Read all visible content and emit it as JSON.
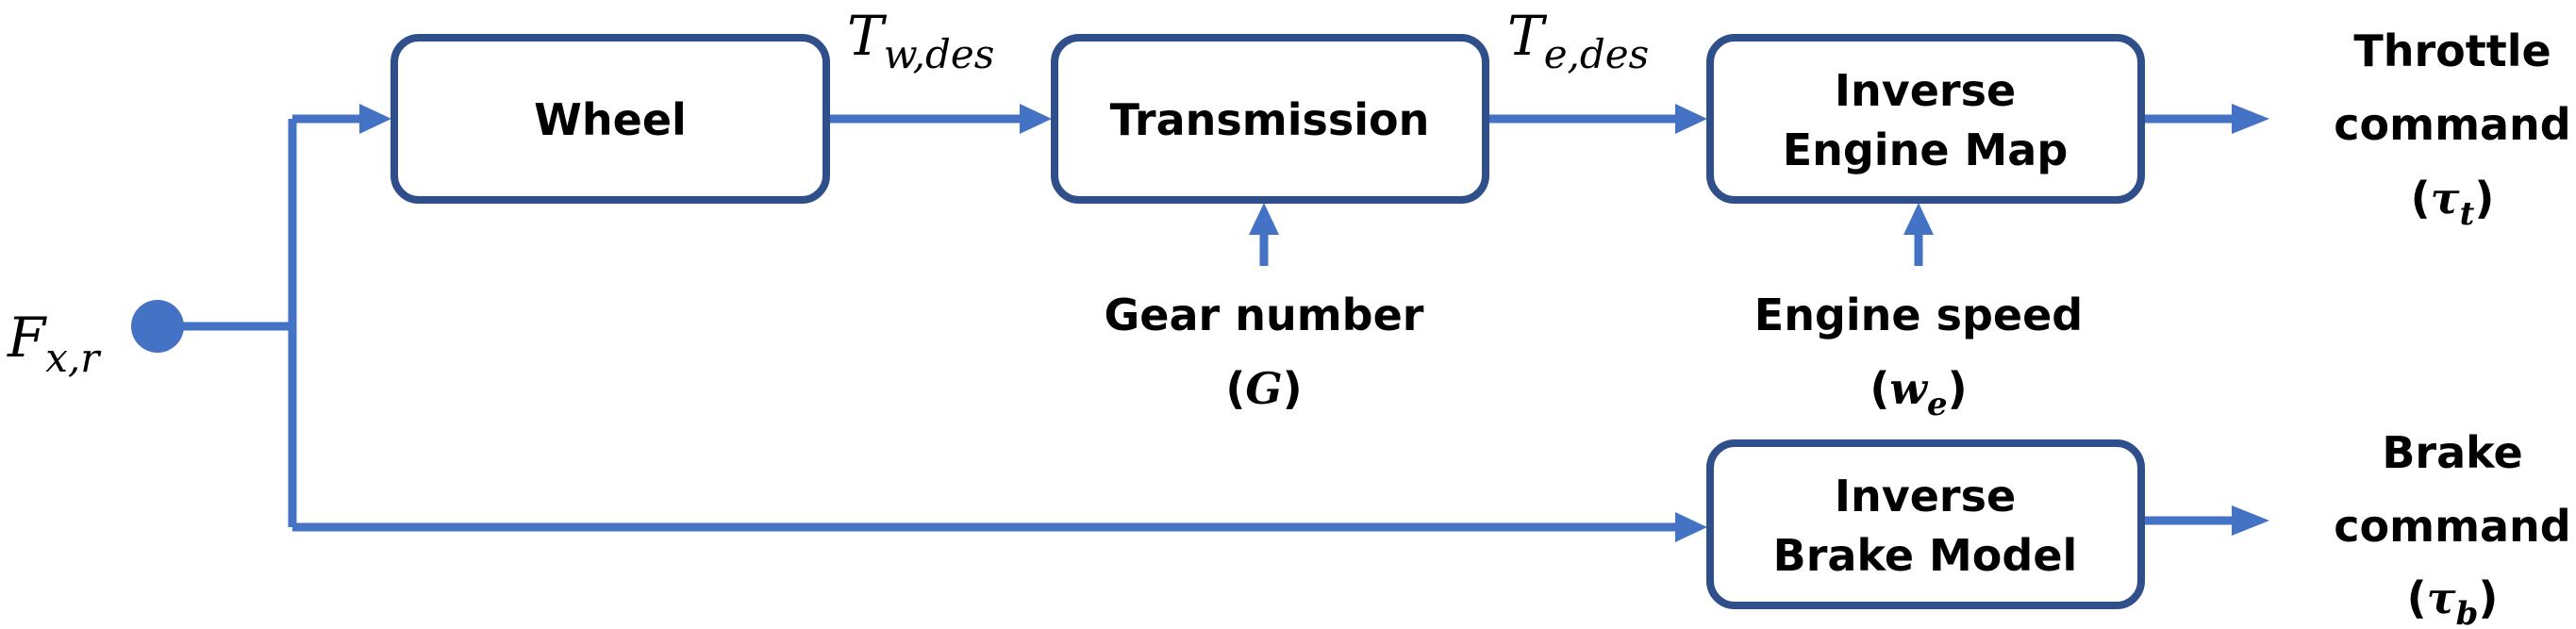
{
  "blocks": {
    "wheel": "Wheel",
    "transmission": "Transmission",
    "engine_map": [
      "Inverse",
      "Engine Map"
    ],
    "brake_model": [
      "Inverse",
      "Brake Model"
    ]
  },
  "input": {
    "main": "F",
    "sub": "x,r"
  },
  "signals": {
    "wheel_torque": {
      "main": "T",
      "sub": "w,des"
    },
    "engine_torque": {
      "main": "T",
      "sub": "e,des"
    }
  },
  "gear": {
    "line1": "Gear number",
    "open": "(",
    "symbol": "G",
    "close": ")"
  },
  "engine_speed": {
    "line1": "Engine speed",
    "open": "(",
    "symbol": "w",
    "sub": "e",
    "close": ")"
  },
  "throttle": {
    "line1": "Throttle",
    "line2": "command",
    "open": "(",
    "symbol": "τ",
    "sub": "t",
    "close": ")"
  },
  "brake": {
    "line1": "Brake",
    "line2": "command",
    "open": "(",
    "symbol": "τ",
    "sub": "b",
    "close": ")"
  },
  "colors": {
    "block_border": "#2f4f8a",
    "wire": "#4472c4"
  }
}
